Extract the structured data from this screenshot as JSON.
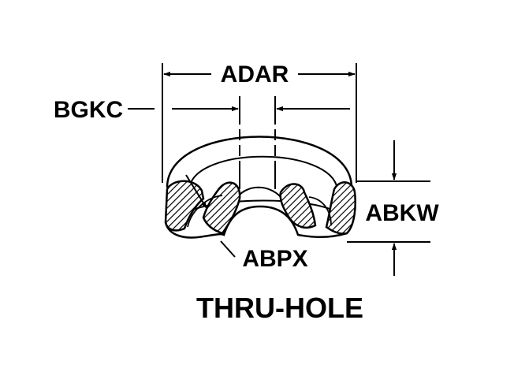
{
  "diagram": {
    "caption": "THRU-HOLE",
    "labels": {
      "adar": "ADAR",
      "bgkc": "BGKC",
      "abkw": "ABKW",
      "abpx": "ABPX"
    },
    "colors": {
      "ink": "#000000",
      "paper": "#ffffff"
    }
  }
}
